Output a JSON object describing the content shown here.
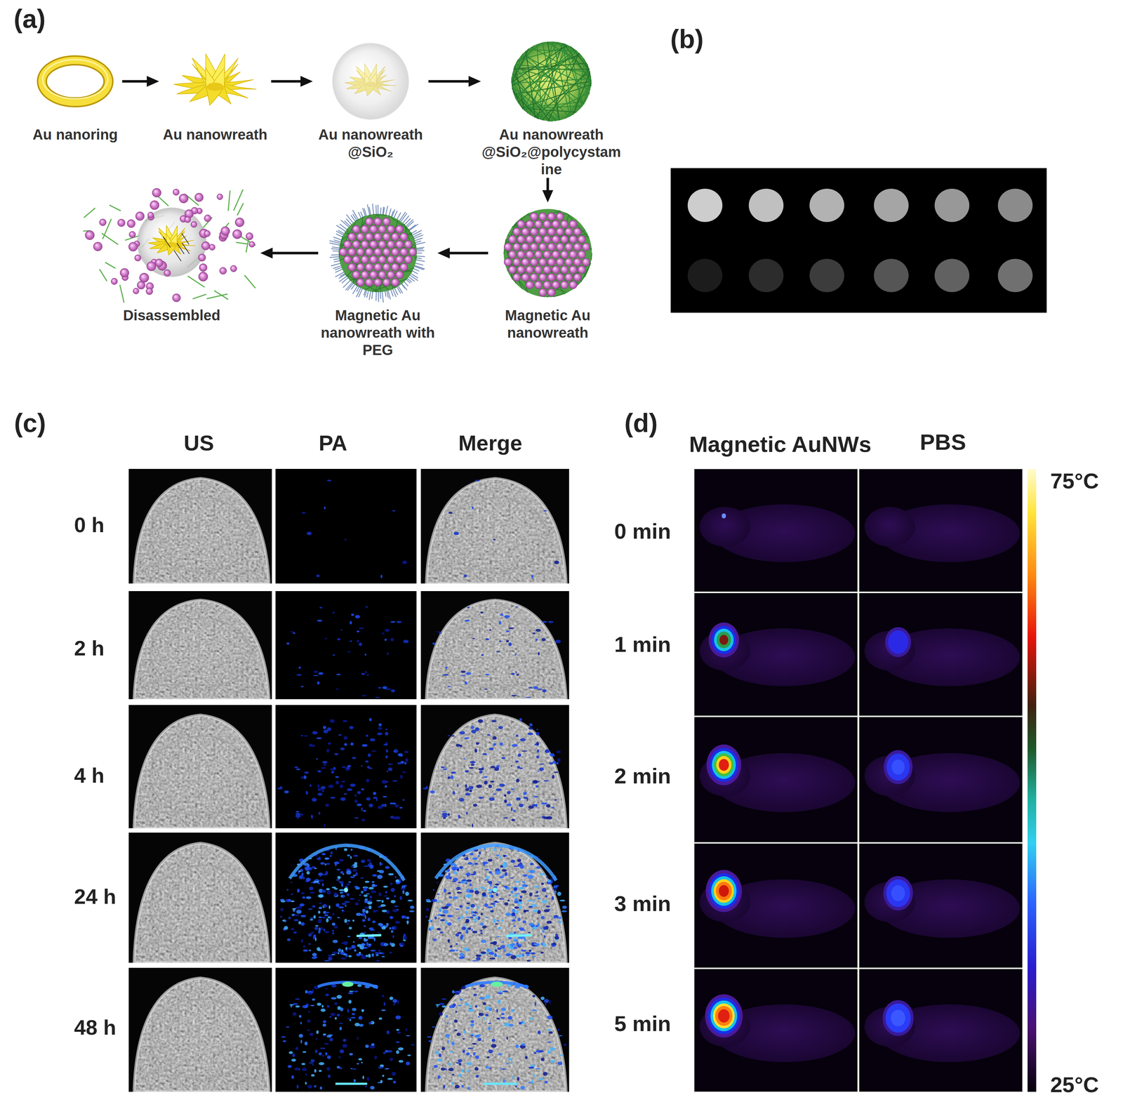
{
  "diagram": {
    "nodes": [
      {
        "text": [
          "Au nanoring"
        ]
      },
      {
        "text": [
          "Au nanowreath"
        ]
      },
      {
        "text": [
          "Au nanowreath @SiO₂"
        ]
      },
      {
        "text": [
          "Au nanowreath @SiO₂@polycystamine"
        ]
      },
      {
        "text": [
          "Magnetic Au nanowreath"
        ]
      },
      {
        "text": [
          "Magnetic Au nanowreath with PEG"
        ]
      },
      {
        "text": [
          "Disassembled"
        ]
      }
    ],
    "edges": [
      {
        "from": 0,
        "to": 1,
        "arrow": "to"
      },
      {
        "from": 1,
        "to": 2,
        "arrow": "to"
      },
      {
        "from": 2,
        "to": 3,
        "arrow": "to"
      },
      {
        "from": 3,
        "to": 4,
        "arrow": "to"
      },
      {
        "from": 4,
        "to": 5,
        "arrow": "to"
      },
      {
        "from": 5,
        "to": 6,
        "arrow": "to"
      }
    ],
    "labels": [
      "(a)",
      "(b)",
      "(c)",
      "US",
      "PA",
      "Merge",
      "0 h",
      "2 h",
      "4 h",
      "24 h",
      "48 h",
      "(d)",
      "Magnetic AuNWs",
      "PBS",
      "0 min",
      "1 min",
      "2 min",
      "3 min",
      "5 min",
      "75°C",
      "25°C"
    ]
  }
}
